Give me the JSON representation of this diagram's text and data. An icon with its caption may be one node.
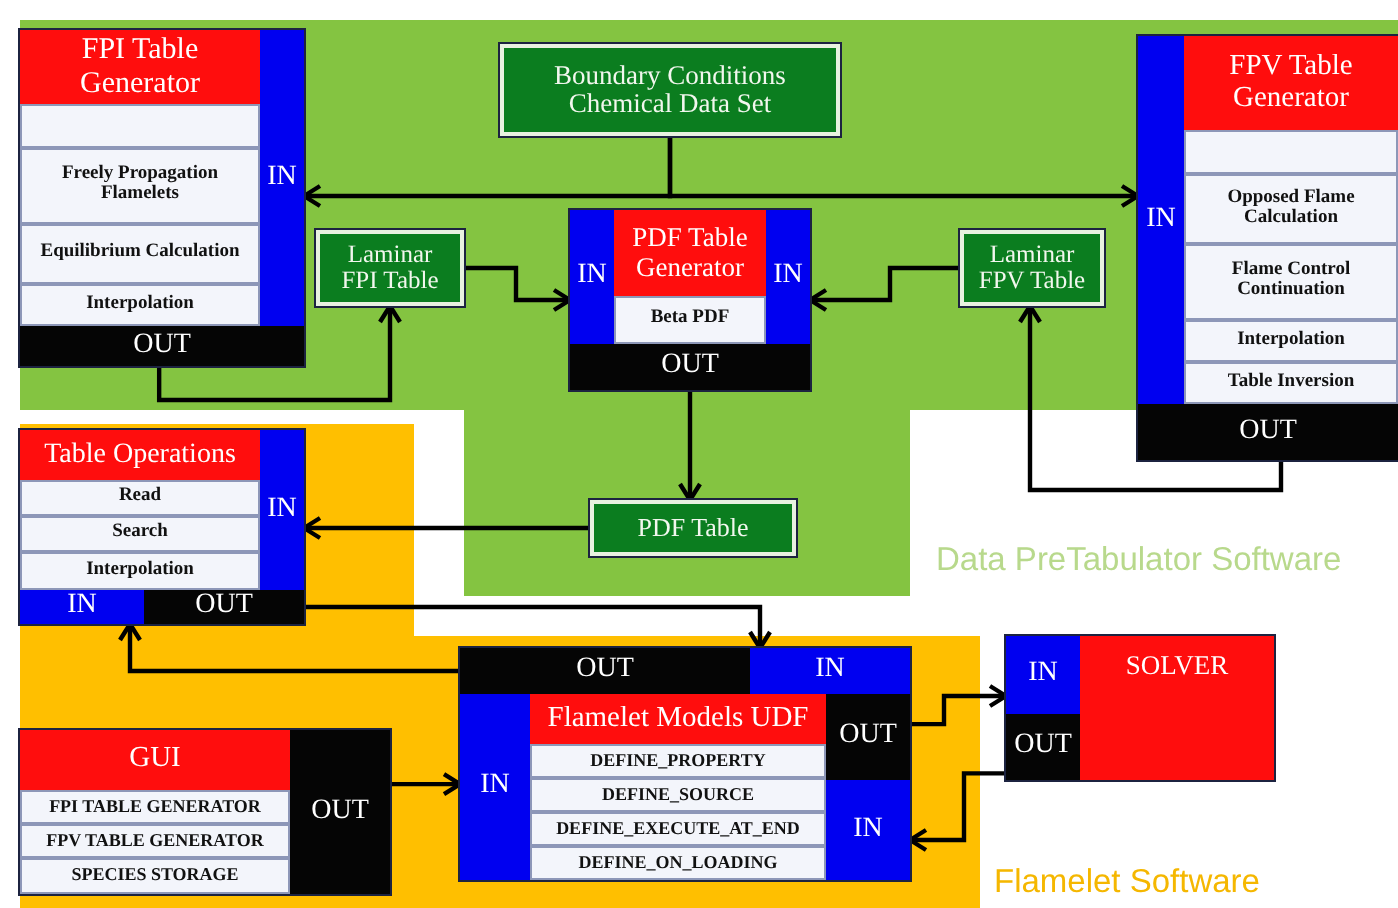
{
  "diagram": {
    "nodes": [
      {
        "text": [
          "FPI Table Generator"
        ]
      },
      {
        "text": [],
        "shape": "box",
        "in": 0
      },
      {
        "text": [
          "Freely Propagation Flamelets"
        ],
        "in": 0
      },
      {
        "text": [
          "Equilibrium Calculation"
        ],
        "in": 0
      },
      {
        "text": [
          "Interpolation"
        ],
        "in": 0
      },
      {
        "text": [
          "IN"
        ],
        "in": 0
      },
      {
        "text": [
          "OUT"
        ],
        "in": 0
      },
      {
        "text": [
          "Boundary Conditions Chemical Data Set"
        ]
      },
      {
        "text": [
          "Laminar FPI Table"
        ]
      },
      {
        "text": [
          "PDF Table Generator"
        ]
      },
      {
        "text": [
          "IN"
        ],
        "in": 9
      },
      {
        "text": [
          "Beta PDF"
        ],
        "in": 9
      },
      {
        "text": [
          "IN"
        ],
        "in": 9
      },
      {
        "text": [
          "OUT"
        ],
        "in": 9
      },
      {
        "text": [
          "Laminar FPV Table"
        ]
      },
      {
        "text": [
          "FPV Table Generator"
        ]
      },
      {
        "text": [
          "IN"
        ],
        "in": 15
      },
      {
        "text": [],
        "shape": "box",
        "in": 15
      },
      {
        "text": [
          "Opposed Flame Calculation"
        ],
        "in": 15
      },
      {
        "text": [
          "Flame Control Continuation"
        ],
        "in": 15
      },
      {
        "text": [
          "Interpolation"
        ],
        "in": 15
      },
      {
        "text": [
          "Table Inversion"
        ],
        "in": 15
      },
      {
        "text": [
          "OUT"
        ],
        "in": 15
      },
      {
        "text": [
          "Table Operations"
        ]
      },
      {
        "text": [
          "Read"
        ],
        "in": 23
      },
      {
        "text": [
          "Search"
        ],
        "in": 23
      },
      {
        "text": [
          "Interpolation"
        ],
        "in": 23
      },
      {
        "text": [
          "IN"
        ],
        "in": 23
      },
      {
        "text": [
          "IN"
        ],
        "in": 23
      },
      {
        "text": [
          "OUT"
        ],
        "in": 23
      },
      {
        "text": [
          "PDF Table"
        ]
      },
      {
        "text": [
          "Flamelet Models UDF"
        ]
      },
      {
        "text": [
          "OUT"
        ],
        "in": 31
      },
      {
        "text": [
          "IN"
        ],
        "in": 31
      },
      {
        "text": [
          "IN"
        ],
        "in": 31
      },
      {
        "text": [
          "DEFINE_PROPERTY"
        ],
        "in": 31
      },
      {
        "text": [
          "DEFINE_SOURCE"
        ],
        "in": 31
      },
      {
        "text": [
          "DEFINE_EXECUTE_AT_END"
        ],
        "in": 31
      },
      {
        "text": [
          "DEFINE_ON_LOADING"
        ],
        "in": 31
      },
      {
        "text": [
          "OUT"
        ],
        "in": 31
      },
      {
        "text": [
          "IN"
        ],
        "in": 31
      },
      {
        "text": [
          "GUI"
        ]
      },
      {
        "text": [
          "FPI TABLE GENERATOR"
        ],
        "in": 41
      },
      {
        "text": [
          "FPV TABLE GENERATOR"
        ],
        "in": 41
      },
      {
        "text": [
          "SPECIES STORAGE"
        ],
        "in": 41
      },
      {
        "text": [
          "OUT"
        ],
        "in": 41
      },
      {
        "text": [
          "SOLVER"
        ]
      },
      {
        "text": [
          "IN"
        ],
        "in": 46
      },
      {
        "text": [
          "OUT"
        ],
        "in": 46
      }
    ],
    "edges": [
      {
        "from": 7,
        "to": 5,
        "arrow": "to"
      },
      {
        "from": 7,
        "to": 16,
        "arrow": "to"
      },
      {
        "from": 6,
        "to": 8,
        "arrow": "to"
      },
      {
        "from": 8,
        "to": 10,
        "arrow": "to"
      },
      {
        "from": 14,
        "to": 12,
        "arrow": "to"
      },
      {
        "from": 22,
        "to": 14,
        "arrow": "to"
      },
      {
        "from": 13,
        "to": 30,
        "arrow": "to"
      },
      {
        "from": 30,
        "to": 27,
        "arrow": "to"
      },
      {
        "from": 29,
        "to": 33,
        "arrow": "to"
      },
      {
        "from": 32,
        "to": 28,
        "arrow": "to"
      },
      {
        "from": 45,
        "to": 34,
        "arrow": "to"
      },
      {
        "from": 39,
        "to": 47,
        "arrow": "to"
      },
      {
        "from": 48,
        "to": 40,
        "arrow": "to"
      }
    ],
    "labels": [
      "Data PreTabulator Software",
      "Flamelet Software"
    ]
  }
}
